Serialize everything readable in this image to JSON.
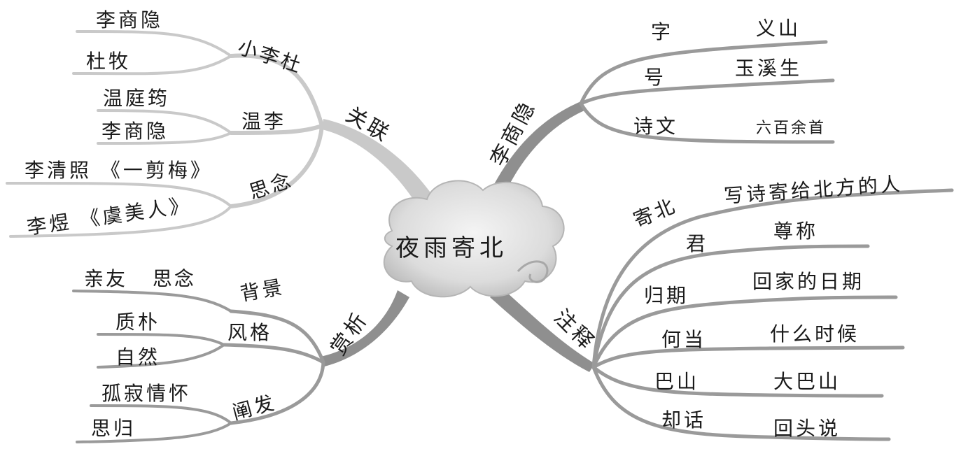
{
  "center": "夜雨寄北",
  "branches": {
    "guanlian": {
      "label": "关联",
      "groups": [
        {
          "label": "小李杜",
          "items": [
            "李商隐",
            "杜牧"
          ]
        },
        {
          "label": "温李",
          "items": [
            "温庭筠",
            "李商隐"
          ]
        },
        {
          "label": "思念",
          "items": [
            "李清照 《一剪梅》",
            "李煜 《虞美人》"
          ]
        }
      ]
    },
    "author": {
      "label": "李商隐",
      "rows": [
        {
          "key": "字",
          "value": "义山"
        },
        {
          "key": "号",
          "value": "玉溪生"
        },
        {
          "key": "诗文",
          "value": "六百余首"
        }
      ]
    },
    "shangxi": {
      "label": "赏析",
      "groups": [
        {
          "label": "背景",
          "items": [
            "亲友 思念"
          ]
        },
        {
          "label": "风格",
          "items": [
            "质朴",
            "自然"
          ]
        },
        {
          "label": "阐发",
          "items": [
            "孤寂情怀",
            "思归"
          ]
        }
      ]
    },
    "zhushi": {
      "label": "注释",
      "rows": [
        {
          "key": "寄北",
          "value": "写诗寄给北方的人"
        },
        {
          "key": "君",
          "value": "尊称"
        },
        {
          "key": "归期",
          "value": "回家的日期"
        },
        {
          "key": "何当",
          "value": "什么时候"
        },
        {
          "key": "巴山",
          "value": "大巴山"
        },
        {
          "key": "却话",
          "value": "回头说"
        }
      ]
    }
  }
}
